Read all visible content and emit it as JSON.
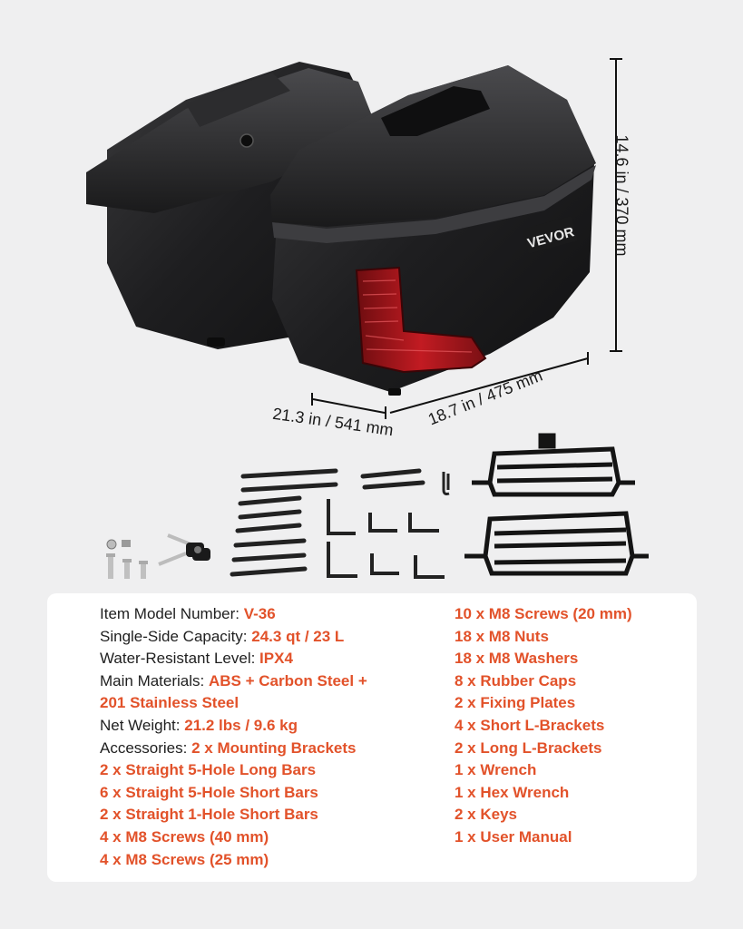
{
  "brand": "VEVOR",
  "colors": {
    "accent": "#e2522a",
    "text": "#1f1f1f",
    "background": "#efeff0",
    "panel": "#ffffff"
  },
  "dimensions": {
    "height": "14.6 in / 370 mm",
    "depth": "21.3 in / 541 mm",
    "width": "18.7 in / 475 mm"
  },
  "specs": {
    "model": {
      "label": "Item Model Number: ",
      "value": "V-36"
    },
    "capacity": {
      "label": "Single-Side Capacity: ",
      "value": "24.3 qt / 23 L"
    },
    "water": {
      "label": "Water-Resistant Level: ",
      "value": "IPX4"
    },
    "materials": {
      "label": "Main Materials: ",
      "value": "ABS + Carbon Steel +",
      "value2": "201 Stainless Steel"
    },
    "weight": {
      "label": "Net Weight: ",
      "value": "21.2 lbs / 9.6 kg"
    },
    "accessories": {
      "label": "Accessories: ",
      "value": "2 x Mounting Brackets"
    },
    "left_items": [
      "2 x Straight 5-Hole Long Bars",
      "6 x Straight 5-Hole Short Bars",
      "2 x Straight 1-Hole Short Bars",
      "4 x M8 Screws (40 mm)",
      "4 x M8 Screws (25 mm)"
    ],
    "right_items": [
      "10 x M8 Screws (20 mm)",
      "18 x M8 Nuts",
      "18 x M8 Washers",
      "8 x Rubber Caps",
      "2 x Fixing Plates",
      "4 x Short L-Brackets",
      "2 x Long L-Brackets",
      "1 x Wrench",
      "1 x Hex Wrench",
      "2 x Keys",
      "1 x User Manual"
    ]
  }
}
